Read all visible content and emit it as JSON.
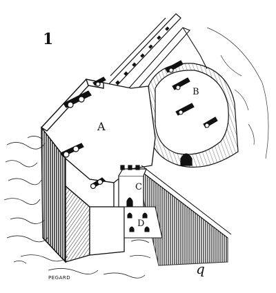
{
  "figure": {
    "number": "1",
    "labels": {
      "a": "A",
      "b": "B",
      "c": "C",
      "d": "D",
      "q": "q"
    },
    "signature": "PEGARD"
  },
  "colors": {
    "ink": "#111111",
    "paper": "#ffffff"
  }
}
